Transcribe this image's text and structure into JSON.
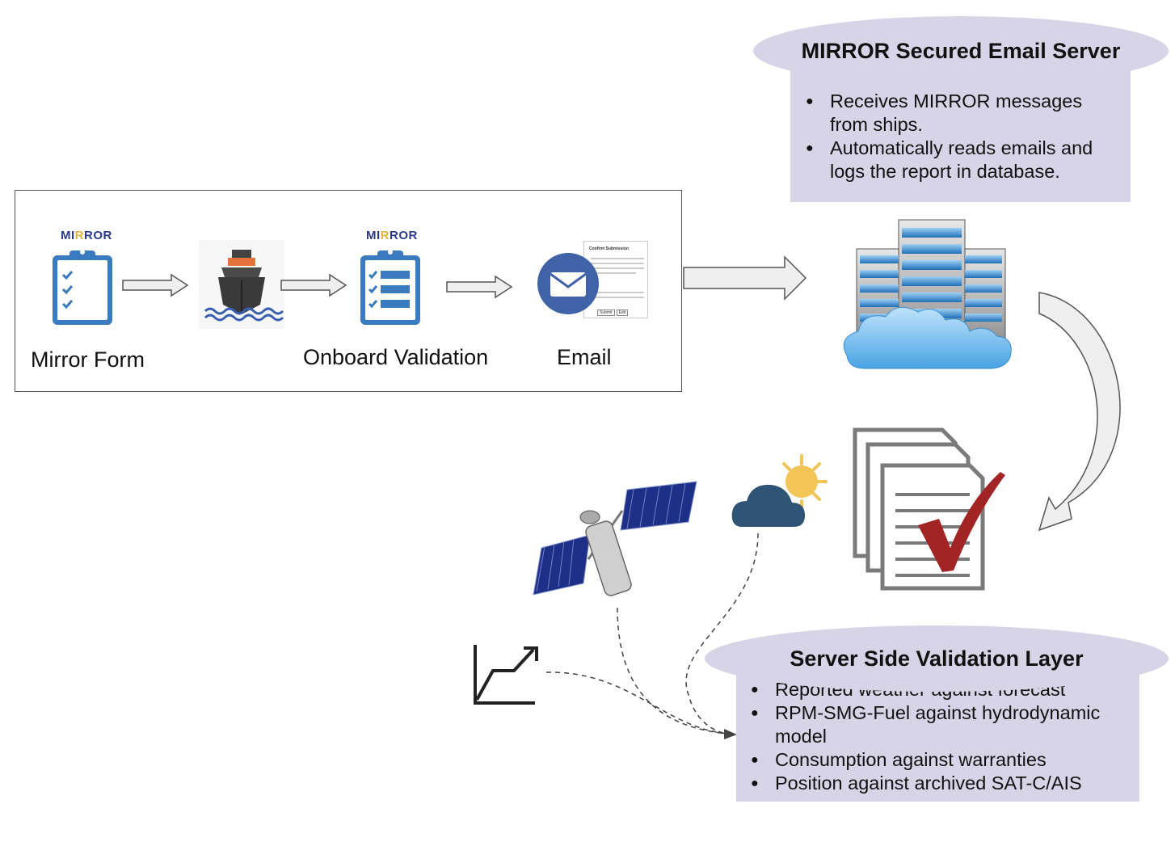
{
  "pipeline": {
    "steps": [
      {
        "label": "Mirror Form",
        "brand": "MIRROR",
        "icon": "clipboard-checklist-icon"
      },
      {
        "label": "",
        "icon": "ship-icon"
      },
      {
        "label": "Onboard Validation",
        "brand": "MIRROR",
        "icon": "clipboard-validation-icon"
      },
      {
        "label": "Email",
        "icon": "email-icon"
      }
    ],
    "email_preview": {
      "title": "Confirm Submission",
      "buttons": [
        "Submit",
        "Edit"
      ]
    }
  },
  "email_server": {
    "title": "MIRROR Secured Email Server",
    "bullets": [
      "Receives MIRROR messages from ships.",
      "Automatically reads emails and logs the report in database."
    ]
  },
  "validation_layer": {
    "title": "Server Side Validation Layer",
    "bullets": [
      "Reported weather against forecast",
      "RPM-SMG-Fuel against hydrodynamic model",
      "Consumption against warranties",
      "Position against archived SAT-C/AIS"
    ]
  },
  "colors": {
    "callout_bg": "#d8d4e8",
    "clipboard_blue": "#3a7bbf",
    "brand_navy": "#2b3a8c",
    "brand_gold": "#e0b43a",
    "email_circle": "#3f63a6",
    "check_red": "#a32424",
    "cloud_navy": "#2f5476",
    "sun": "#f3c555"
  }
}
